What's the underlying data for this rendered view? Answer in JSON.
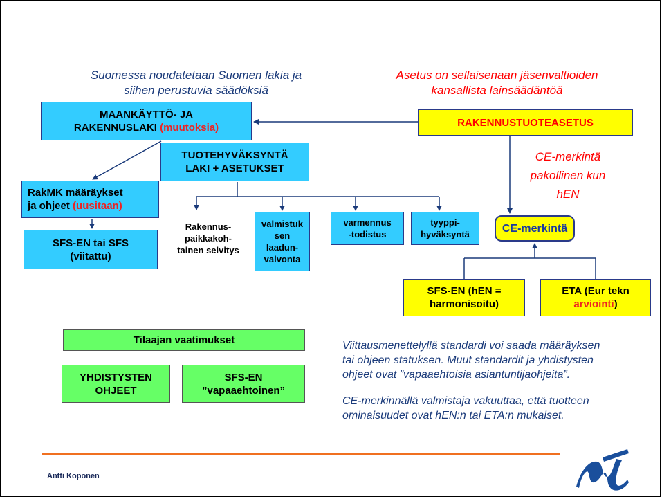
{
  "notes": {
    "left_line1": "Suomessa noudatetaan Suomen lakia ja",
    "left_line2": "siihen perustuvia säädöksiä",
    "right_line1": "Asetus on sellaisenaan jäsenvaltioiden",
    "right_line2": "kansallista lainsäädäntöä",
    "ce_line1": "CE-merkintä",
    "ce_line2": "pakollinen kun",
    "ce_line3": "hEN",
    "bottom1_line1": "Viittausmenettelyllä standardi voi saada määräyksen",
    "bottom1_line2": "tai ohjeen statuksen. Muut standardit ja yhdistysten",
    "bottom1_line3": "ohjeet ovat ”vapaaehtoisia asiantuntijaohjeita”.",
    "bottom2_line1": "CE-merkinnällä valmistaja vakuuttaa, että tuotteen",
    "bottom2_line2": "ominaisuudet ovat hEN:n tai ETA:n mukaiset."
  },
  "boxes": {
    "mrl_line1": "MAANKÄYTTÖ- JA",
    "mrl_line2": "RAKENNUSLAKI",
    "mrl_red": "(muutoksia)",
    "rta": "RAKENNUSTUOTEASETUS",
    "tuote_line1": "TUOTEHYVÄKSYNTÄ",
    "tuote_line2": "LAKI + ASETUKSET",
    "rakmk_line1": "RakMK määräykset",
    "rakmk_line2": "ja ohjeet",
    "rakmk_red": "(uusitaan)",
    "sfs_line1": "SFS-EN tai SFS",
    "sfs_line2": "(viitattu)",
    "rakennus_line1": "Rakennus-",
    "rakennus_line2": "paikkakoh-",
    "rakennus_line3": "tainen selvitys",
    "valm_line1": "valmistuk",
    "valm_line2": "sen",
    "valm_line3": "laadun-",
    "valm_line4": "valvonta",
    "varm_line1": "varmennus",
    "varm_line2": "-todistus",
    "tyyppi_line1": "tyyppi-",
    "tyyppi_line2": "hyväksyntä",
    "ce": "CE-merkintä",
    "hen_line1": "SFS-EN (hEN =",
    "hen_line2": "harmonisoitu)",
    "eta_line1": "ETA (Eur tekn",
    "eta_red": "arviointi",
    "eta_close": ")",
    "tilaajan": "Tilaajan vaatimukset",
    "yhd_line1": "YHDISTYSTEN",
    "yhd_line2": "OHJEET",
    "sfsv_line1": "SFS-EN",
    "sfsv_line2": "”vapaaehtoinen”"
  },
  "footer": {
    "author": "Antti Koponen"
  },
  "colors": {
    "cyan": "#33ccff",
    "yellow": "#ffff00",
    "green": "#66ff66",
    "red": "#ff0000",
    "navy": "#1a3a7a",
    "footer_line": "#f07020",
    "logo": "#1a4f9c"
  }
}
